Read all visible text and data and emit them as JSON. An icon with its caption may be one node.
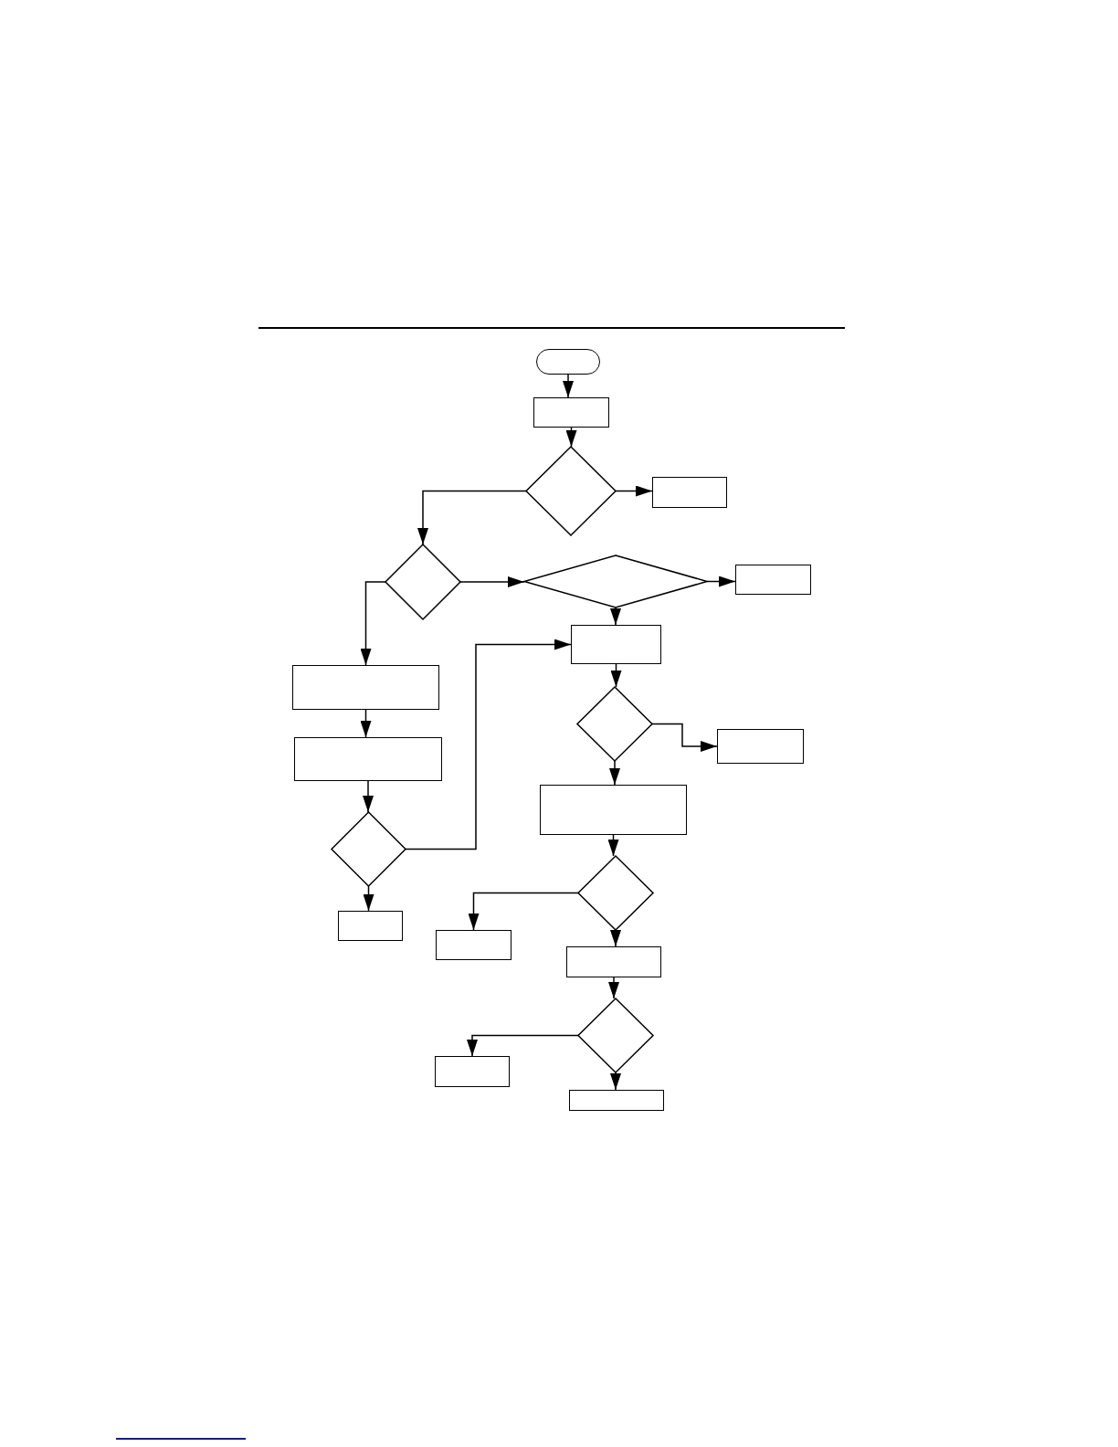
{
  "diagram": {
    "nodes": [
      {
        "text": [],
        "shape": "pill"
      },
      {
        "text": [],
        "shape": "box"
      },
      {
        "text": [],
        "shape": "diamond"
      },
      {
        "text": [],
        "shape": "box"
      },
      {
        "text": [],
        "shape": "diamond"
      },
      {
        "text": [],
        "shape": "diamond"
      },
      {
        "text": [],
        "shape": "box"
      },
      {
        "text": [],
        "shape": "box"
      },
      {
        "text": [],
        "shape": "box"
      },
      {
        "text": [],
        "shape": "diamond"
      },
      {
        "text": [],
        "shape": "box"
      },
      {
        "text": [],
        "shape": "box"
      },
      {
        "text": [],
        "shape": "box"
      },
      {
        "text": [],
        "shape": "diamond"
      },
      {
        "text": [],
        "shape": "diamond"
      },
      {
        "text": [],
        "shape": "box"
      },
      {
        "text": [],
        "shape": "box"
      },
      {
        "text": [],
        "shape": "box"
      },
      {
        "text": [],
        "shape": "diamond"
      },
      {
        "text": [],
        "shape": "box"
      },
      {
        "text": [],
        "shape": "box"
      }
    ],
    "edges": [
      {
        "from": 0,
        "to": 1,
        "arrow": "to"
      },
      {
        "from": 1,
        "to": 2,
        "arrow": "to"
      },
      {
        "from": 2,
        "to": 3,
        "arrow": "to"
      },
      {
        "from": 2,
        "to": 4,
        "arrow": "to"
      },
      {
        "from": 4,
        "to": 5,
        "arrow": "to"
      },
      {
        "from": 5,
        "to": 6,
        "arrow": "to"
      },
      {
        "from": 5,
        "to": 7,
        "arrow": "to"
      },
      {
        "from": 4,
        "to": 8,
        "arrow": "to"
      },
      {
        "from": 8,
        "to": 11,
        "arrow": "to"
      },
      {
        "from": 11,
        "to": 13,
        "arrow": "to"
      },
      {
        "from": 13,
        "to": 15,
        "arrow": "to"
      },
      {
        "from": 13,
        "to": 7,
        "arrow": "to"
      },
      {
        "from": 7,
        "to": 9,
        "arrow": "to"
      },
      {
        "from": 9,
        "to": 10,
        "arrow": "to"
      },
      {
        "from": 9,
        "to": 12,
        "arrow": "to"
      },
      {
        "from": 12,
        "to": 14,
        "arrow": "to"
      },
      {
        "from": 14,
        "to": 16,
        "arrow": "to"
      },
      {
        "from": 14,
        "to": 17,
        "arrow": "to"
      },
      {
        "from": 17,
        "to": 18,
        "arrow": "to"
      },
      {
        "from": 18,
        "to": 19,
        "arrow": "to"
      },
      {
        "from": 18,
        "to": 20,
        "arrow": "to"
      }
    ]
  }
}
